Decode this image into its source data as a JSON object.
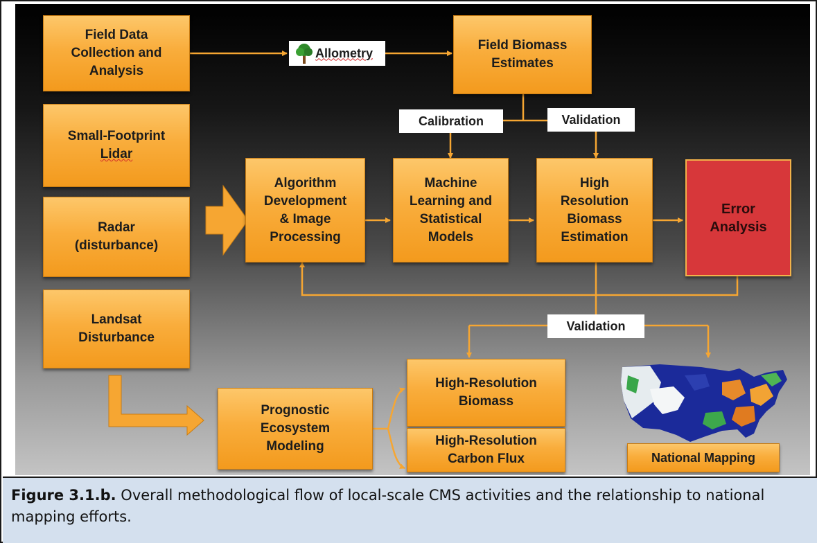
{
  "diagram": {
    "nodes": {
      "field_data": "Field Data\nCollection and\nAnalysis",
      "allometry": "Allometry",
      "field_biomass": "Field Biomass\nEstimates",
      "small_lidar_1": "Small-Footprint",
      "small_lidar_2": "Lidar",
      "radar": "Radar\n(disturbance)",
      "landsat": "Landsat\nDisturbance",
      "algorithm": "Algorithm\nDevelopment\n& Image\nProcessing",
      "machine_learning": "Machine\nLearning and\nStatistical\nModels",
      "high_res_estimation": "High\nResolution\nBiomass\nEstimation",
      "error_analysis": "Error\nAnalysis",
      "prognostic": "Prognostic\nEcosystem\nModeling",
      "hr_biomass": "High-Resolution\nBiomass",
      "hr_carbon": "High-Resolution\nCarbon Flux",
      "national_mapping": "National Mapping"
    },
    "labels": {
      "calibration": "Calibration",
      "validation_top": "Validation",
      "validation_bottom": "Validation"
    },
    "colors": {
      "box_orange": "#f9ad3c",
      "error_red": "#d7373a",
      "arrow_orange": "#f6a632",
      "caption_bg": "#d4e0ee"
    },
    "icons": [
      "tree-icon",
      "us-map-image"
    ]
  },
  "caption": {
    "label": "Figure 3.1.b.",
    "text": " Overall methodological flow of local-scale CMS activities and the relationship to national mapping efforts."
  }
}
